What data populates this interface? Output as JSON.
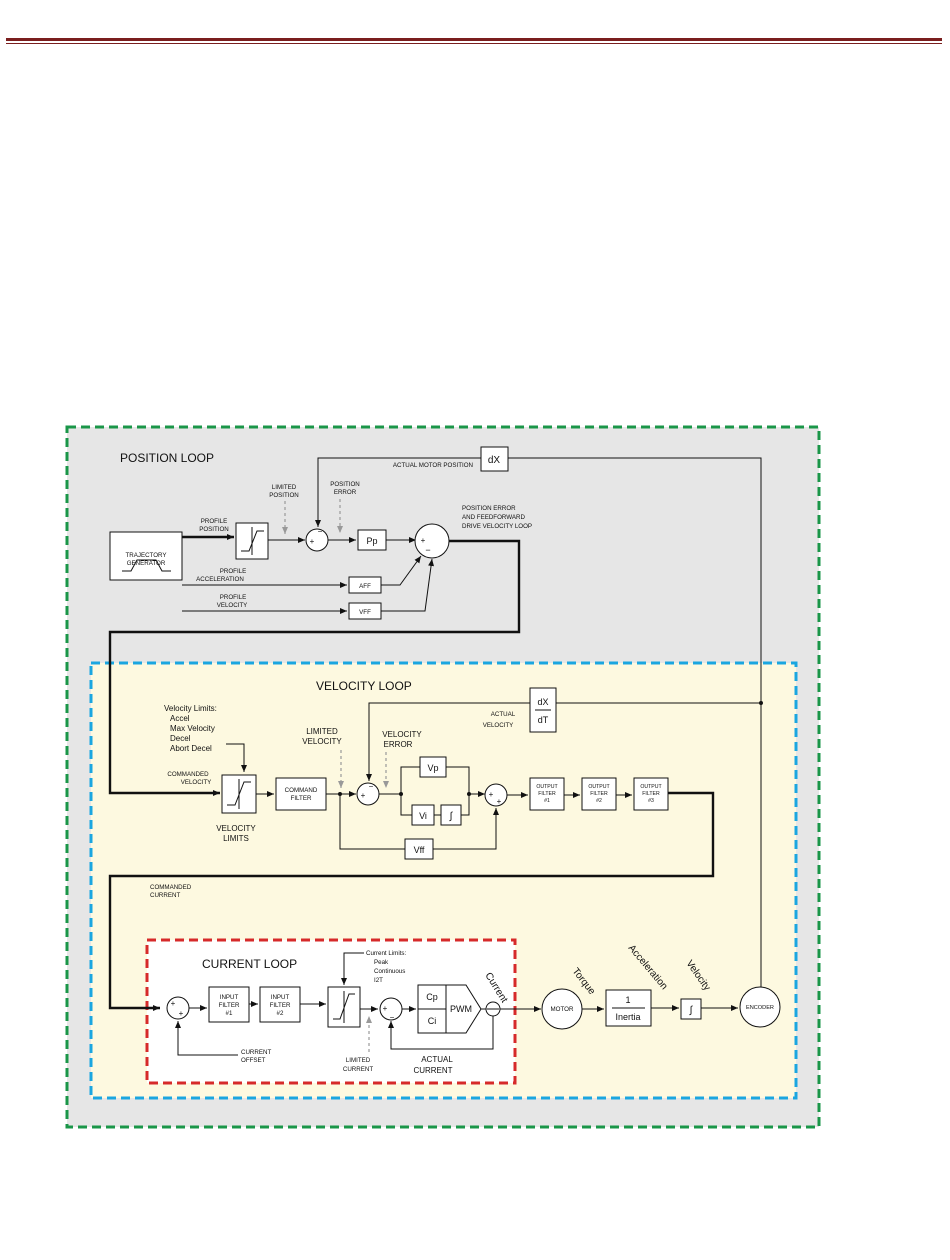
{
  "colors": {
    "header_rule": "#7a1e1e",
    "position_loop_border": "#1a9648",
    "position_loop_fill": "#e6e6e6",
    "velocity_loop_border": "#1aa6e0",
    "velocity_loop_fill": "#fdf9e0",
    "current_loop_border": "#d62a2a",
    "current_loop_fill": "#ffffff"
  },
  "loops": {
    "position": "POSITION LOOP",
    "velocity": "VELOCITY LOOP",
    "current": "CURRENT LOOP"
  },
  "position_loop": {
    "trajectory_generator": [
      "TRAJECTORY",
      "GENERATOR"
    ],
    "profile_position": [
      "PROFILE",
      "POSITION"
    ],
    "profile_acceleration": [
      "PROFILE",
      "ACCELERATION"
    ],
    "profile_velocity": [
      "PROFILE",
      "VELOCITY"
    ],
    "limited_position": [
      "LIMITED",
      "POSITION"
    ],
    "position_error": [
      "POSITION",
      "ERROR"
    ],
    "pp": "Pp",
    "aff": "AFF",
    "vff": "VFF",
    "dx": "dX",
    "actual_motor_position": "ACTUAL MOTOR POSITION",
    "drive_note": [
      "POSITION ERROR",
      "AND FEEDFORWARD",
      "DRIVE VELOCITY LOOP"
    ]
  },
  "velocity_loop": {
    "velocity_limits_list": [
      "Velocity Limits:",
      "Accel",
      "Max Velocity",
      "Decel",
      "Abort Decel"
    ],
    "commanded_velocity": [
      "COMMANDED",
      "VELOCITY"
    ],
    "velocity_limits": [
      "VELOCITY",
      "LIMITS"
    ],
    "command_filter": [
      "COMMAND",
      "FILTER"
    ],
    "limited_velocity": [
      "LIMITED",
      "VELOCITY"
    ],
    "velocity_error": [
      "VELOCITY",
      "ERROR"
    ],
    "vp": "Vp",
    "vi": "Vi",
    "integral": "∫",
    "vff": "Vff",
    "dx": "dX",
    "dt": "dT",
    "actual_velocity": [
      "ACTUAL",
      "VELOCITY"
    ],
    "output_filter_1": [
      "OUTPUT",
      "FILTER",
      "#1"
    ],
    "output_filter_2": [
      "OUTPUT",
      "FILTER",
      "#2"
    ],
    "output_filter_3": [
      "OUTPUT",
      "FILTER",
      "#3"
    ],
    "commanded_current": [
      "COMMANDED",
      "CURRENT"
    ]
  },
  "current_loop": {
    "input_filter_1": [
      "INPUT",
      "FILTER",
      "#1"
    ],
    "input_filter_2": [
      "INPUT",
      "FILTER",
      "#2"
    ],
    "current_offset": [
      "CURRENT",
      "OFFSET"
    ],
    "current_limits": [
      "Current Limits:",
      "Peak",
      "Continuous",
      "I2T"
    ],
    "limited_current": [
      "LIMITED",
      "CURRENT"
    ],
    "actual_current": [
      "ACTUAL",
      "CURRENT"
    ],
    "cp": "Cp",
    "ci": "Ci",
    "pwm": "PWM"
  },
  "plant": {
    "current": "Current",
    "motor": "MOTOR",
    "torque": "Torque",
    "inertia_num": "1",
    "inertia_den": "Inertia",
    "acceleration": "Acceleration",
    "integral": "∫",
    "velocity": "Velocity",
    "encoder": "ENCODER"
  },
  "signs": {
    "plus": "+",
    "minus": "−"
  }
}
